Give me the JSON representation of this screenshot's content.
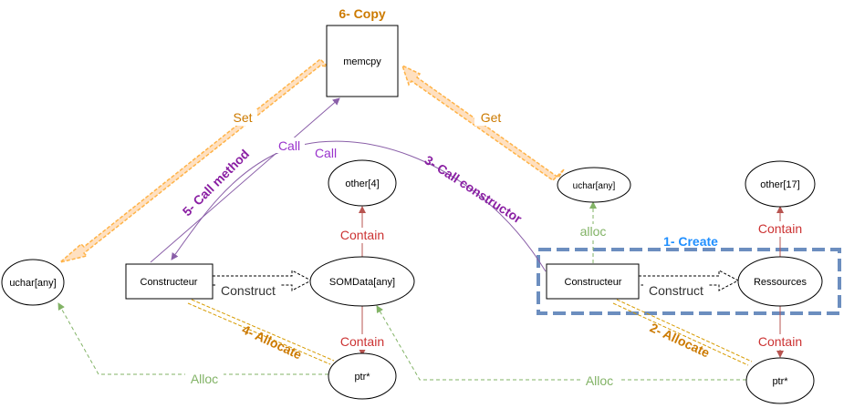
{
  "nodes": {
    "memcpy": "memcpy",
    "uchar_left": "uchar[any]",
    "uchar_right": "uchar[any]",
    "other4": "other[4]",
    "other17": "other[17]",
    "constructeur_left": "Constructeur",
    "constructeur_right": "Constructeur",
    "somdata": "SOMData[any]",
    "ressources": "Ressources",
    "ptr_left": "ptr*",
    "ptr_right": "ptr*"
  },
  "labels": {
    "copy_step": "6- Copy",
    "set": "Set",
    "get": "Get",
    "call_upper": "Call",
    "call_lower": "Call",
    "call_method_step": "5- Call method",
    "call_constructor_step": "3- Call constructor",
    "alloc_right": "alloc",
    "create_step": "1- Create",
    "contain_other4": "Contain",
    "contain_other17": "Contain",
    "contain_ptr_left": "Contain",
    "contain_ptr_right": "Contain",
    "construct_left": "Construct",
    "construct_right": "Construct",
    "allocate_left_step": "4- Allocate",
    "allocate_right_step": "2- Allocate",
    "alloc_bottom_left": "Alloc",
    "alloc_bottom_right": "Alloc"
  },
  "colors": {
    "orange_text": "#cc7a00",
    "arrow_fill": "#ffe0c0",
    "arrow_stroke": "#ffb347",
    "purple": "#9933cc",
    "purple_bold": "#8a1fa3",
    "green": "#82b366",
    "red": "#cc3333",
    "blue_text": "#1f8fff",
    "blue_box": "#6c8ebf",
    "gold": "#d79b00"
  }
}
